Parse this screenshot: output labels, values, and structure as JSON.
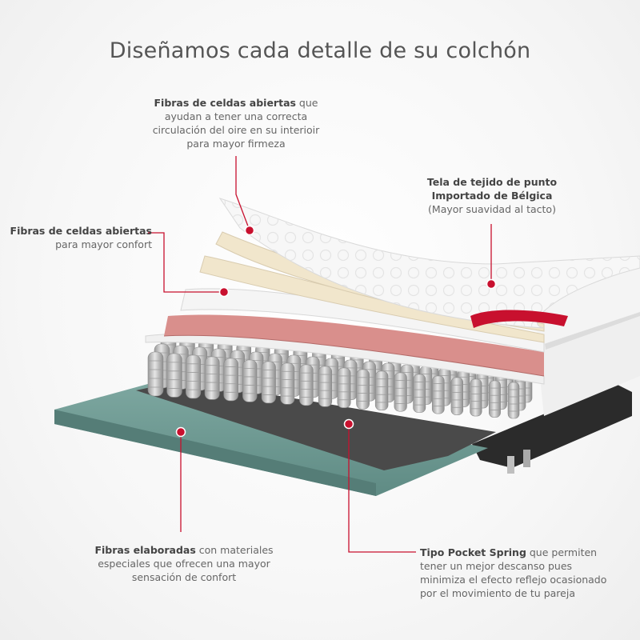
{
  "page": {
    "title": "Diseñamos cada detalle de su colchón"
  },
  "callouts": {
    "top": {
      "bold": "Fibras de celdas abiertas",
      "text": " que ayudan a tener una correcta circulación del oire en su interioir para mayor firmeza"
    },
    "left": {
      "bold": "Fibras de celdas abiertas",
      "text": "para mayor confort"
    },
    "right": {
      "bold": "Tela de tejido de punto Importado de Bélgica",
      "text": "(Mayor suavidad al tacto)"
    },
    "bottom_left": {
      "bold": "Fibras elaboradas",
      "text": "  con materiales especiales que ofrecen una mayor sensación de confort"
    },
    "bottom_right": {
      "bold": "Tipo Pocket Spring",
      "text": "  que permiten tener un mejor descanso pues minimiza el efecto reflejo ocasionado por el movimiento de tu pareja"
    }
  },
  "colors": {
    "accent": "#c8102e",
    "base_board": "#6e9a92",
    "foam_pink": "#d98f8c",
    "foam_cream": "#f1e6cc",
    "layer_white": "#f3f3f3",
    "springs": "#bdbdbd",
    "bed_base": "#2b2b2b"
  },
  "icons": [
    "callout-dot-icon",
    "brand-label-icon"
  ]
}
